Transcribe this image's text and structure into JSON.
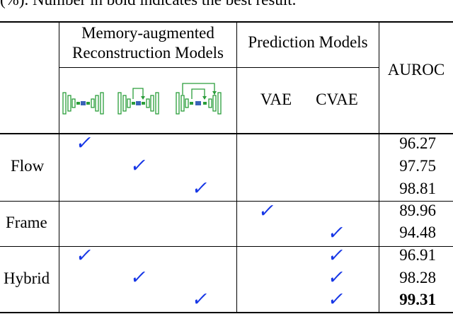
{
  "caption": "(%). Number in bold indicates the best result.",
  "header": {
    "group1_line1": "Memory-augmented",
    "group1_line2": "Reconstruction Models",
    "group2": "Prediction Models",
    "auroc": "AUROC",
    "vae": "VAE",
    "cvae": "CVAE"
  },
  "icons": [
    "autoencoder-plain-icon",
    "autoencoder-single-skip-icon",
    "autoencoder-multi-skip-icon"
  ],
  "check_symbol": "✓",
  "groups": [
    {
      "label": "Flow",
      "rows": [
        {
          "recon": 1,
          "pred": null,
          "auroc": "96.27",
          "bold": false
        },
        {
          "recon": 2,
          "pred": null,
          "auroc": "97.75",
          "bold": false
        },
        {
          "recon": 3,
          "pred": null,
          "auroc": "98.81",
          "bold": false
        }
      ]
    },
    {
      "label": "Frame",
      "rows": [
        {
          "recon": null,
          "pred": "VAE",
          "auroc": "89.96",
          "bold": false
        },
        {
          "recon": null,
          "pred": "CVAE",
          "auroc": "94.48",
          "bold": false
        }
      ]
    },
    {
      "label": "Hybrid",
      "rows": [
        {
          "recon": 1,
          "pred": "CVAE",
          "auroc": "96.91",
          "bold": false
        },
        {
          "recon": 2,
          "pred": "CVAE",
          "auroc": "98.28",
          "bold": false
        },
        {
          "recon": 3,
          "pred": "CVAE",
          "auroc": "99.31",
          "bold": true
        }
      ]
    }
  ],
  "colors": {
    "check": "#1636e6",
    "green": "#2a9d3a",
    "blue": "#3b63b8"
  }
}
